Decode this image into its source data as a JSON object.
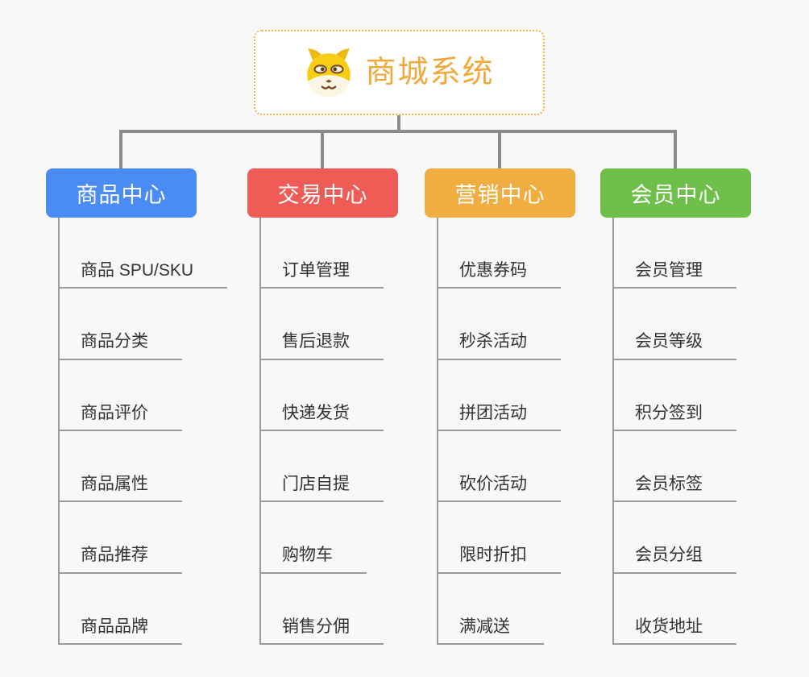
{
  "page": {
    "background_color": "#f8f8f8",
    "connector_color": "#8c8c8c",
    "leaf_line_color": "#9a9a9a",
    "leaf_text_color": "#333333"
  },
  "root": {
    "title": "商城系统",
    "icon": "dog-face-icon",
    "text_color": "#f2a93c",
    "border_color": "#f5b54a",
    "background": "#ffffff"
  },
  "branches": [
    {
      "label": "商品中心",
      "color": "#4b8bf4",
      "items": [
        "商品 SPU/SKU",
        "商品分类",
        "商品评价",
        "商品属性",
        "商品推荐",
        "商品品牌"
      ]
    },
    {
      "label": "交易中心",
      "color": "#ef5b55",
      "items": [
        "订单管理",
        "售后退款",
        "快递发货",
        "门店自提",
        "购物车",
        "销售分佣"
      ]
    },
    {
      "label": "营销中心",
      "color": "#efae3f",
      "items": [
        "优惠券码",
        "秒杀活动",
        "拼团活动",
        "砍价活动",
        "限时折扣",
        "满减送"
      ]
    },
    {
      "label": "会员中心",
      "color": "#6ec04a",
      "items": [
        "会员管理",
        "会员等级",
        "积分签到",
        "会员标签",
        "会员分组",
        "收货地址"
      ]
    }
  ]
}
